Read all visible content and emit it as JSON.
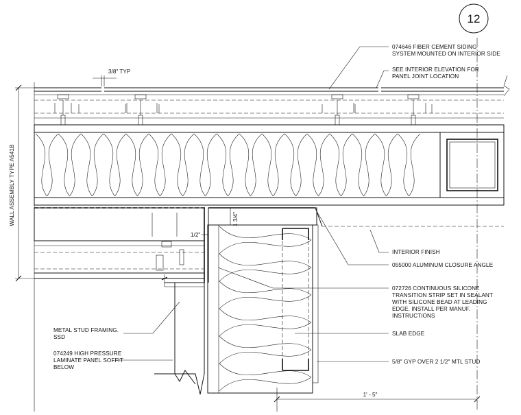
{
  "detail_tag": "12",
  "notes": {
    "fiber_cement_1": "074646 FIBER CEMENT SIDING",
    "fiber_cement_2": "SYSTEM MOUNTED ON INTERIOR SIDE",
    "see_elev_1": "SEE INTERIOR ELEVATION FOR",
    "see_elev_2": "PANEL JOINT LOCATION",
    "interior_finish": "INTERIOR FINISH",
    "closure_angle": "055000 ALUMINUM CLOSURE ANGLE",
    "silicone_1": "072726 CONTINUOUS SILICONE",
    "silicone_2": "TRANSITION STRIP SET IN SEALANT",
    "silicone_3": "WITH SILICONE BEAD AT LEADING",
    "silicone_4": "EDGE. INSTALL PER MANUF.",
    "silicone_5": "INSTRUCTIONS",
    "slab_edge": "SLAB EDGE",
    "gyp": "5/8\" GYP OVER 2 1/2\" MTL STUD",
    "metal_stud_1": "METAL STUD FRAMING.",
    "metal_stud_2": "SSD",
    "hpl_1": "074249 HIGH PRESSURE",
    "hpl_2": "LAMINATE PANEL SOFFIT",
    "hpl_3": "BELOW",
    "wall_assembly": "WALL ASSEMBLY TYPE A541B"
  },
  "dimensions": {
    "joint": "3/8\" TYP",
    "half": "1/2\"",
    "one_three_quarter": "1 3/4\"",
    "overall": "1' - 5\""
  }
}
